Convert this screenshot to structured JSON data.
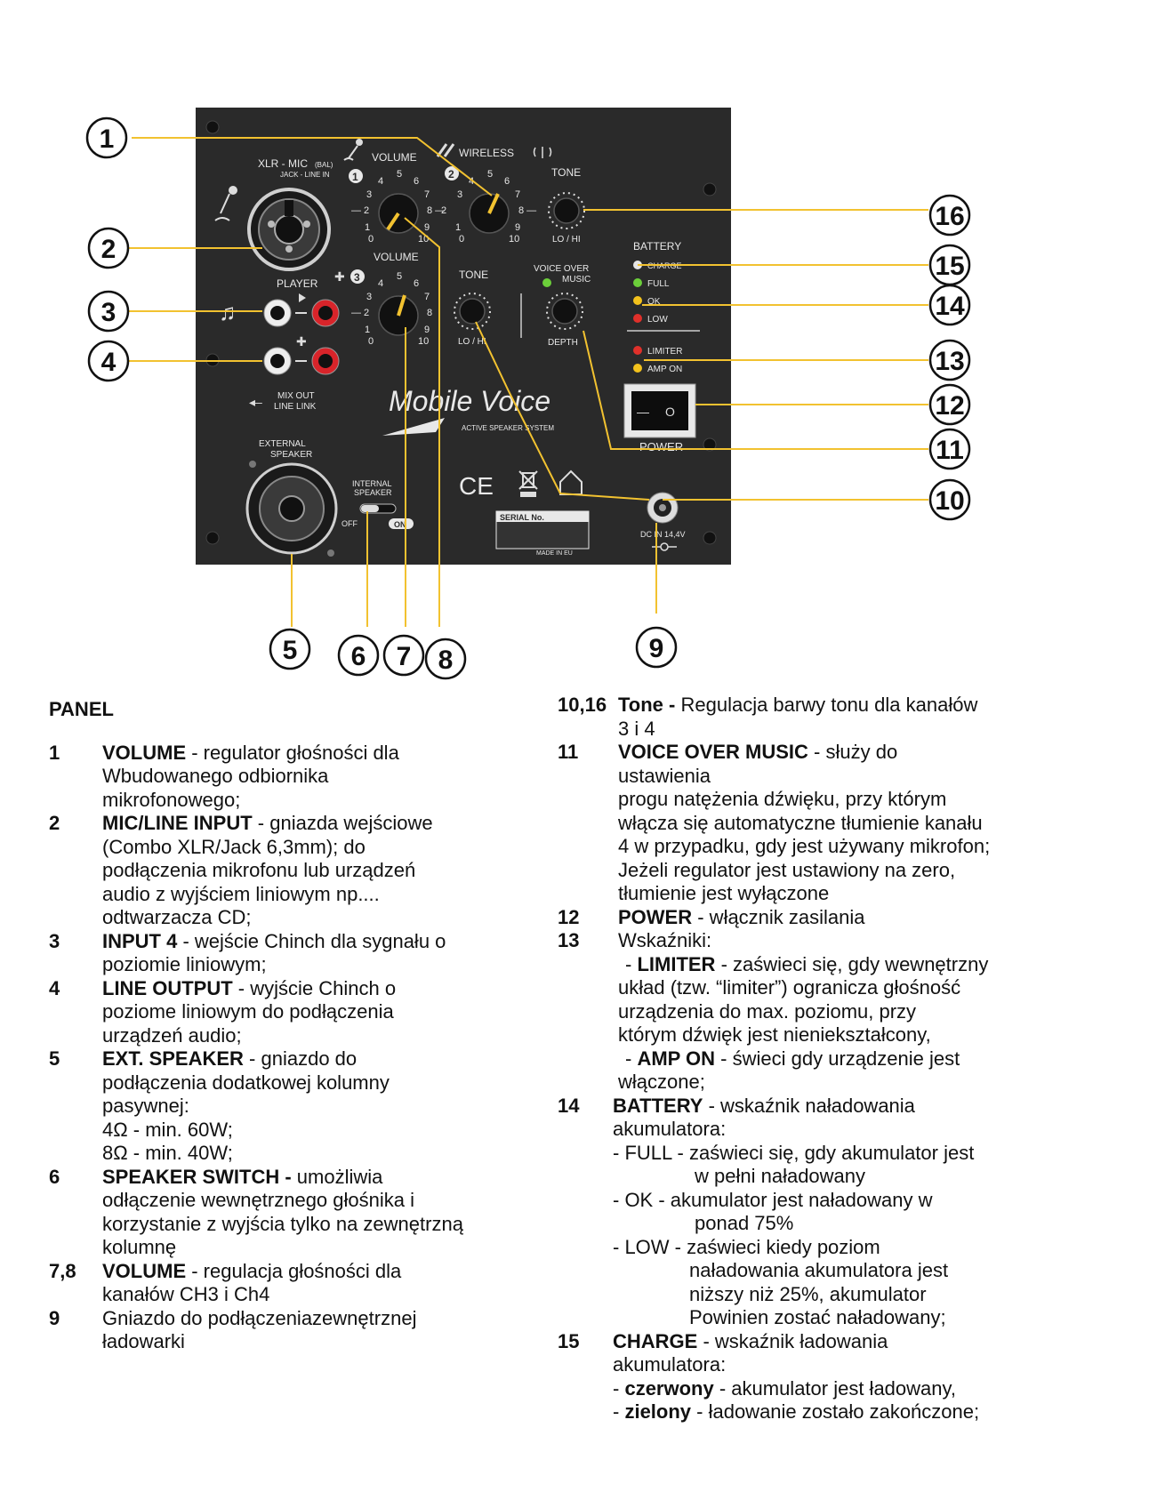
{
  "panel": {
    "labels": {
      "xlr_mic": "XLR - MIC",
      "bal": "(BAL)",
      "jack_line_in": "JACK - LINE IN",
      "volume": "VOLUME",
      "wireless": "WIRELESS",
      "tone": "TONE",
      "lo_hi": "LO / HI",
      "battery": "BATTERY",
      "charge": "CHARGE",
      "full": "FULL",
      "ok": "OK",
      "low": "LOW",
      "limiter": "LIMITER",
      "amp_on": "AMP ON",
      "player": "PLAYER",
      "voice_over_music_1": "VOICE OVER",
      "voice_over_music_2": "MUSIC",
      "depth": "DEPTH",
      "mix_out_1": "MIX OUT",
      "mix_out_2": "LINE LINK",
      "external_speaker_1": "EXTERNAL",
      "external_speaker_2": "SPEAKER",
      "internal_speaker_1": "INTERNAL",
      "internal_speaker_2": "SPEAKER",
      "off": "OFF",
      "on": "ON",
      "power": "POWER",
      "brand": "Mobile Voice",
      "brand_sub": "ACTIVE SPEAKER SYSTEM",
      "ce": "CE",
      "serial": "SERIAL No.",
      "made_in": "MADE IN EU",
      "dc_in": "DC IN 14,4V",
      "ch1": "1",
      "ch2": "2",
      "ch3": "3",
      "switch_off": "—",
      "switch_on": "O"
    },
    "dial_scale": [
      "0",
      "1",
      "2",
      "3",
      "4",
      "5",
      "6",
      "7",
      "8",
      "9",
      "10"
    ]
  },
  "callouts": [
    "1",
    "2",
    "3",
    "4",
    "5",
    "6",
    "7",
    "8",
    "9",
    "10",
    "11",
    "12",
    "13",
    "14",
    "15",
    "16"
  ],
  "colors": {
    "panel": "#2a2a2a",
    "leader": "#f2c230",
    "led_green": "#6ccf3a",
    "led_yellow": "#f3c21c",
    "led_red": "#e0302a",
    "led_white": "#e6e6e6"
  },
  "section_title": "PANEL",
  "left_items": [
    {
      "num": "1",
      "title": "VOLUME",
      "rest": " - regulator głośności dla",
      "lines": [
        "Wbudowanego odbiornika",
        "mikrofonowego;"
      ]
    },
    {
      "num": "2",
      "title": "MIC/LINE INPUT",
      "rest": " - gniazda wejściowe",
      "lines": [
        "(Combo XLR/Jack 6,3mm); do",
        "podłączenia mikrofonu lub urządzeń",
        "audio z wyjściem  liniowym np....",
        "odtwarzacza CD;"
      ]
    },
    {
      "num": "3",
      "title": "INPUT 4",
      "rest": " - wejście Chinch dla sygnału o",
      "lines": [
        "poziomie liniowym;"
      ]
    },
    {
      "num": "4",
      "title": "LINE OUTPUT",
      "rest": " - wyjście Chinch o",
      "lines": [
        "poziome liniowym do podłączenia",
        "urządzeń audio;"
      ]
    },
    {
      "num": "5",
      "title": "EXT. SPEAKER",
      "rest": " - gniazdo  do",
      "lines": [
        "podłączenia dodatkowej kolumny",
        "pasywnej:",
        "4Ω - min. 60W;",
        "8Ω - min. 40W;"
      ]
    },
    {
      "num": "6",
      "title": "SPEAKER SWITCH -",
      "rest": " umożliwia",
      "lines": [
        "odłączenie wewnętrznego głośnika i",
        "korzystanie z wyjścia tylko na zewnętrzną",
        "kolumnę"
      ]
    },
    {
      "num": "7,8",
      "title": "VOLUME",
      "rest": " - regulacja głośności dla",
      "lines": [
        "kanałów CH3 i Ch4"
      ]
    },
    {
      "num": "9",
      "title": "",
      "rest": "Gniazdo do podłączeniazewnętrznej",
      "lines": [
        "ładowarki"
      ]
    }
  ],
  "right": {
    "i10": {
      "num": "10,16",
      "title": "Tone -",
      "rest": " Regulacja barwy tonu dla kanałów",
      "line2": "3 i 4"
    },
    "i11": {
      "num": "11",
      "title": "VOICE OVER MUSIC",
      "rest": " - służy do",
      "lines": [
        "ustawienia",
        "progu natężenia dźwięku, przy którym",
        "włącza się automatyczne tłumienie kanału",
        "4 w przypadku, gdy jest używany mikrofon;",
        "Jeżeli regulator jest ustawiony na zero,",
        "tłumienie jest wyłączone"
      ]
    },
    "i12": {
      "num": "12",
      "title": "POWER",
      "rest": " - włącznik zasilania"
    },
    "i13": {
      "num": "13",
      "head": "Wskaźniki:",
      "dash1": "- ",
      "t1": "LIMITER",
      "r1": " - zaświeci się, gdy wewnętrzny",
      "lines1": [
        "układ (tzw. “limiter”) ogranicza głośność",
        "urządzenia do max. poziomu, przy",
        "którym dźwięk jest nieniekształcony,"
      ],
      "dash2": "- ",
      "t2": "AMP ON",
      "r2": " - świeci gdy urządzenie jest",
      "lines2": [
        "włączone;"
      ]
    },
    "i14": {
      "num": "14",
      "title": "BATTERY",
      "rest": " - wskaźnik naładowania",
      "l1": "akumulatora:",
      "full": "- FULL - zaświeci się, gdy akumulator jest",
      "full2": "w pełni naładowany",
      "ok": "- OK    - akumulator jest naładowany w",
      "ok2": "ponad 75%",
      "low": "- LOW - zaświeci kiedy poziom",
      "low2": [
        "naładowania  akumulatora jest",
        "niższy niż 25%, akumulator",
        "Powinien zostać naładowany;"
      ]
    },
    "i15": {
      "num": "15",
      "title": "CHARGE",
      "rest": " - wskaźnik ładowania",
      "l1": "akumulatora:",
      "d1": "- ",
      "c1": "czerwony",
      "r1": " - akumulator jest ładowany,",
      "d2": "- ",
      "c2": "zielony",
      "r2": " - ładowanie zostało zakończone;"
    }
  }
}
